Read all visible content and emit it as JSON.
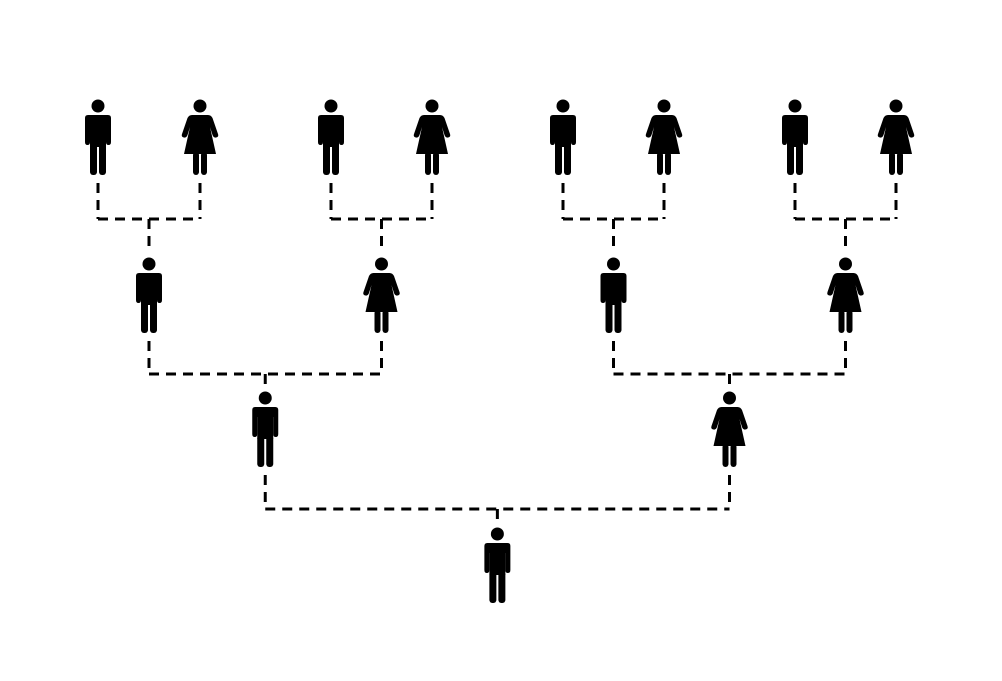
{
  "diagram": {
    "type": "family-tree",
    "colors": {
      "background": "#ffffff",
      "figure": "#000000",
      "connector": "#000000"
    },
    "connector_style": "dashed",
    "generations": [
      {
        "individuals": [
          "male",
          "female",
          "male",
          "female",
          "male",
          "female",
          "male",
          "female"
        ]
      },
      {
        "individuals": [
          "male",
          "female",
          "male",
          "female"
        ]
      },
      {
        "individuals": [
          "male",
          "female"
        ]
      },
      {
        "individuals": [
          "male"
        ]
      }
    ],
    "icons": {
      "male": "male-person-icon",
      "female": "female-person-icon"
    }
  }
}
